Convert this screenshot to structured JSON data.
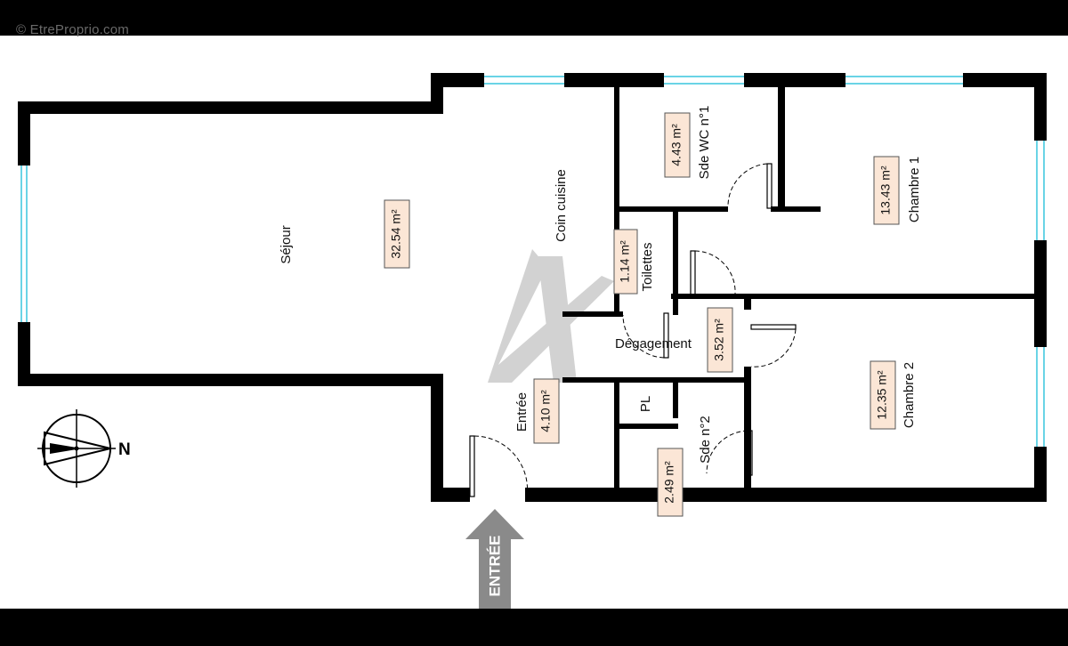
{
  "watermark": "© EtreProprio.com",
  "rooms": {
    "sejour": {
      "name": "Séjour",
      "area": "32.54 m²"
    },
    "coin_cuisine": {
      "name": "Coin cuisine"
    },
    "sde_wc": {
      "name": "Sde WC n°1",
      "area": "4.43 m²"
    },
    "chambre1": {
      "name": "Chambre 1",
      "area": "13.43 m²"
    },
    "toilettes": {
      "name": "Toilettes",
      "area": "1.14 m²"
    },
    "degagement": {
      "name": "Dégagement",
      "area": "3.52 m²"
    },
    "chambre2": {
      "name": "Chambre 2",
      "area": "12.35 m²"
    },
    "entree": {
      "name": "Entrée",
      "area": "4.10 m²"
    },
    "pl": {
      "name": "PL"
    },
    "sde2": {
      "name": "Sde n°2",
      "area": "2.49 m²"
    }
  },
  "entrance_arrow": "ENTRÉE",
  "compass": {
    "north_label": "N"
  },
  "colors": {
    "wall": "#000000",
    "window": "#39c6dd",
    "area_box": "#fbe6d6",
    "logo": "#b9b9b9"
  }
}
